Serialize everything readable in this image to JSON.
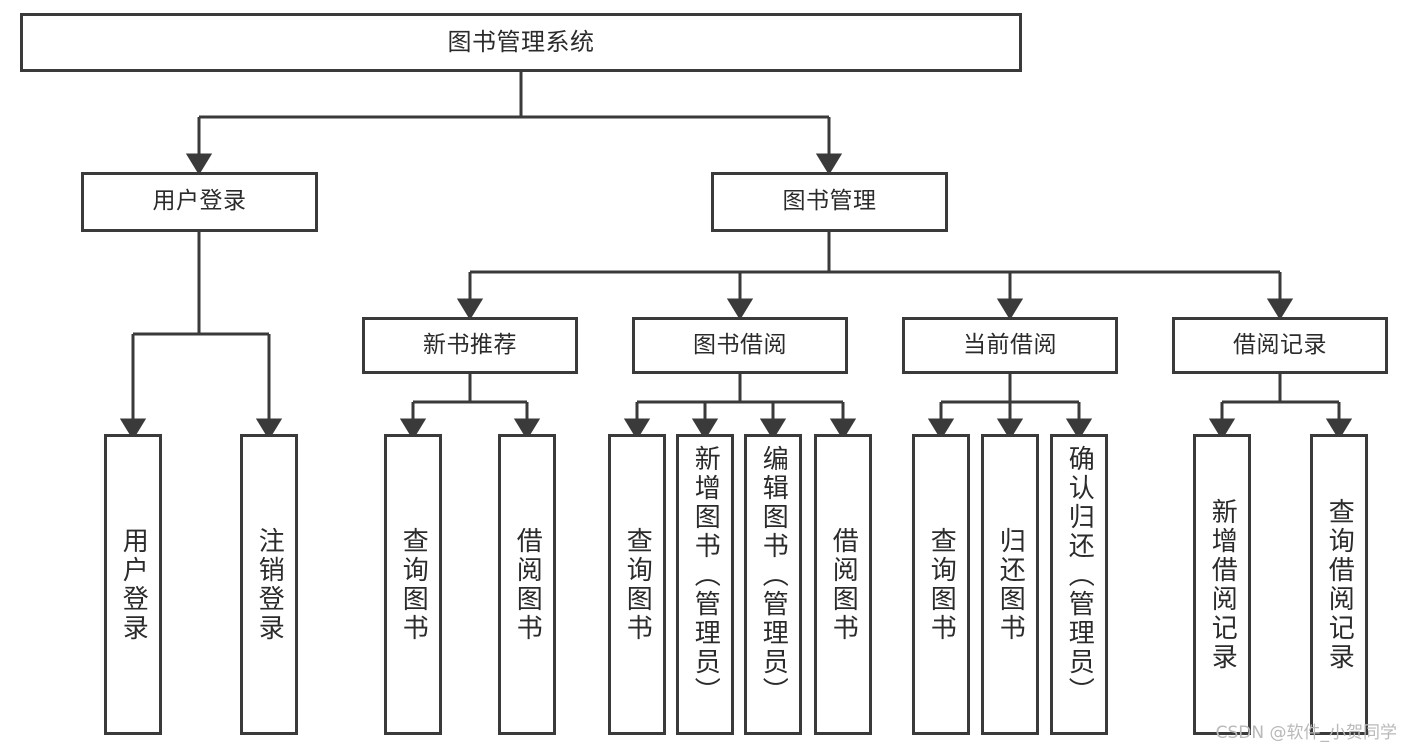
{
  "diagram": {
    "type": "tree",
    "title": "图书管理系统",
    "watermark": "CSDN @软件_小贺同学",
    "colors": {
      "stroke": "#3a3a3a",
      "fill": "#ffffff",
      "text": "#2b2b2b",
      "watermark": "#b9b9b9"
    },
    "levels": {
      "root": {
        "label": "图书管理系统"
      },
      "level2": [
        {
          "id": "user-login",
          "label": "用户登录"
        },
        {
          "id": "book-management",
          "label": "图书管理"
        }
      ],
      "level3": [
        {
          "id": "new-book-recommend",
          "label": "新书推荐",
          "parent": "book-management"
        },
        {
          "id": "book-borrow",
          "label": "图书借阅",
          "parent": "book-management"
        },
        {
          "id": "current-borrow",
          "label": "当前借阅",
          "parent": "book-management"
        },
        {
          "id": "borrow-record",
          "label": "借阅记录",
          "parent": "book-management"
        }
      ],
      "leaves": [
        {
          "id": "leaf-user-login",
          "label": "用户登录",
          "parent": "user-login"
        },
        {
          "id": "leaf-logout-login",
          "label": "注销登录",
          "parent": "user-login"
        },
        {
          "id": "leaf-query-book-1",
          "label": "查询图书",
          "parent": "new-book-recommend"
        },
        {
          "id": "leaf-borrow-book-1",
          "label": "借阅图书",
          "parent": "new-book-recommend"
        },
        {
          "id": "leaf-query-book-2",
          "label": "查询图书",
          "parent": "book-borrow"
        },
        {
          "id": "leaf-add-book",
          "label": "新增图书（管理员）",
          "parent": "book-borrow"
        },
        {
          "id": "leaf-edit-book",
          "label": "编辑图书（管理员）",
          "parent": "book-borrow"
        },
        {
          "id": "leaf-borrow-book-2",
          "label": "借阅图书",
          "parent": "book-borrow"
        },
        {
          "id": "leaf-query-book-3",
          "label": "查询图书",
          "parent": "current-borrow"
        },
        {
          "id": "leaf-return-book",
          "label": "归还图书",
          "parent": "current-borrow"
        },
        {
          "id": "leaf-confirm-return",
          "label": "确认归还（管理员）",
          "parent": "current-borrow"
        },
        {
          "id": "leaf-add-record",
          "label": "新增借阅记录",
          "parent": "borrow-record"
        },
        {
          "id": "leaf-query-record",
          "label": "查询借阅记录",
          "parent": "borrow-record"
        }
      ]
    }
  }
}
